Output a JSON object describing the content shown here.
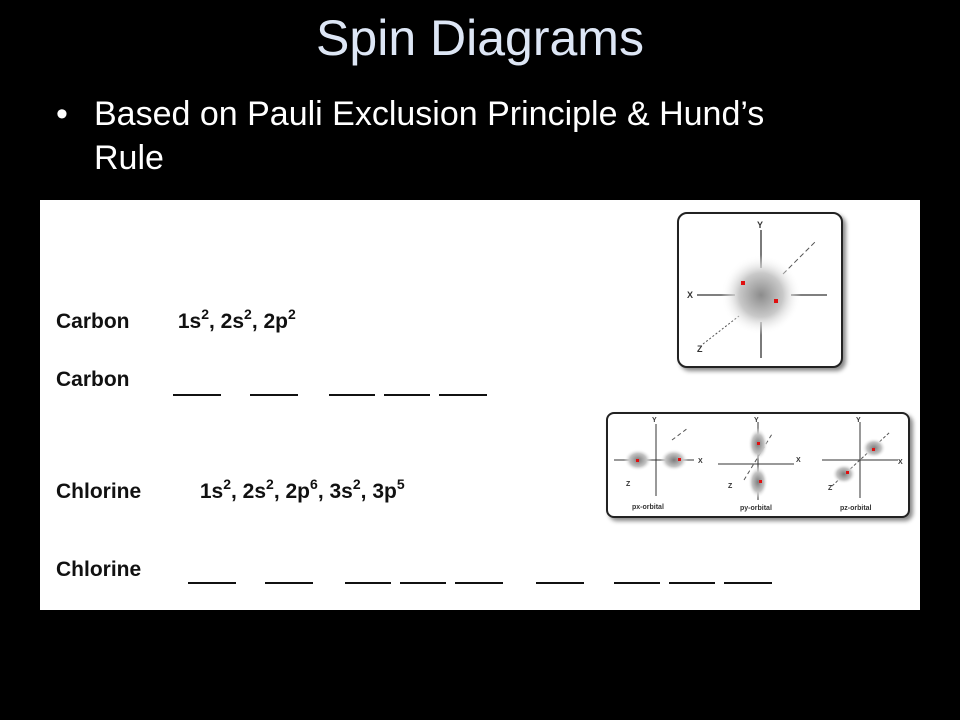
{
  "slide": {
    "title": "Spin Diagrams",
    "bullet": "Based on Pauli Exclusion Principle & Hund’s Rule"
  },
  "carbon": {
    "label": "Carbon",
    "config_terms": [
      {
        "orbital": "1s",
        "electrons": "2"
      },
      {
        "orbital": "2s",
        "electrons": "2"
      },
      {
        "orbital": "2p",
        "electrons": "2"
      }
    ],
    "diagram_label": "Carbon",
    "blank_groups": [
      1,
      1,
      3
    ]
  },
  "chlorine": {
    "label": "Chlorine",
    "config_terms": [
      {
        "orbital": "1s",
        "electrons": "2"
      },
      {
        "orbital": "2s",
        "electrons": "2"
      },
      {
        "orbital": "2p",
        "electrons": "6"
      },
      {
        "orbital": "3s",
        "electrons": "2"
      },
      {
        "orbital": "3p",
        "electrons": "5"
      }
    ],
    "diagram_label": "Chlorine",
    "blank_groups": [
      1,
      1,
      3,
      1,
      3
    ]
  },
  "s_orbital_figure": {
    "axis_y": "Y",
    "axis_x": "X",
    "axis_z": "Z"
  },
  "p_orbital_figure": {
    "axis_y": "Y",
    "axis_x": "X",
    "axis_z": "Z",
    "captions": [
      "px-orbital",
      "py-orbital",
      "pz-orbital"
    ]
  },
  "colors": {
    "title": "#dde6f5",
    "background": "#000000",
    "panel": "#ffffff",
    "nucleus": "#e01010"
  }
}
